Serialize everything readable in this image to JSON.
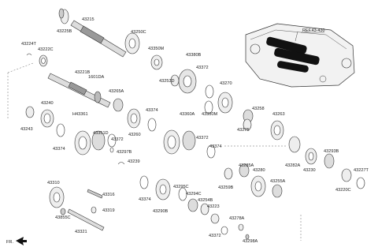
{
  "diagram": {
    "ref_label": "REF.43-430",
    "fr_label": "FR.",
    "parts": [
      "43215",
      "43225B",
      "43250C",
      "43224T",
      "43222C",
      "43350M",
      "43380B",
      "43221B",
      "1601DA",
      "43372",
      "43253D",
      "43270",
      "43265A",
      "43240",
      "43374",
      "43360A",
      "43258",
      "43263",
      "43243",
      "H43361",
      "43351D",
      "43372",
      "43260",
      "43350M",
      "43275",
      "43374",
      "43372",
      "43297B",
      "43374",
      "43239",
      "43282A",
      "43293B",
      "43230",
      "43227T",
      "43285A",
      "43280",
      "43220C",
      "43259B",
      "43255A",
      "43310",
      "43316",
      "43295C",
      "43294C",
      "43254B",
      "43319",
      "43223",
      "43374",
      "43290B",
      "43855C",
      "43278A",
      "43321",
      "43298A",
      "43372"
    ]
  }
}
